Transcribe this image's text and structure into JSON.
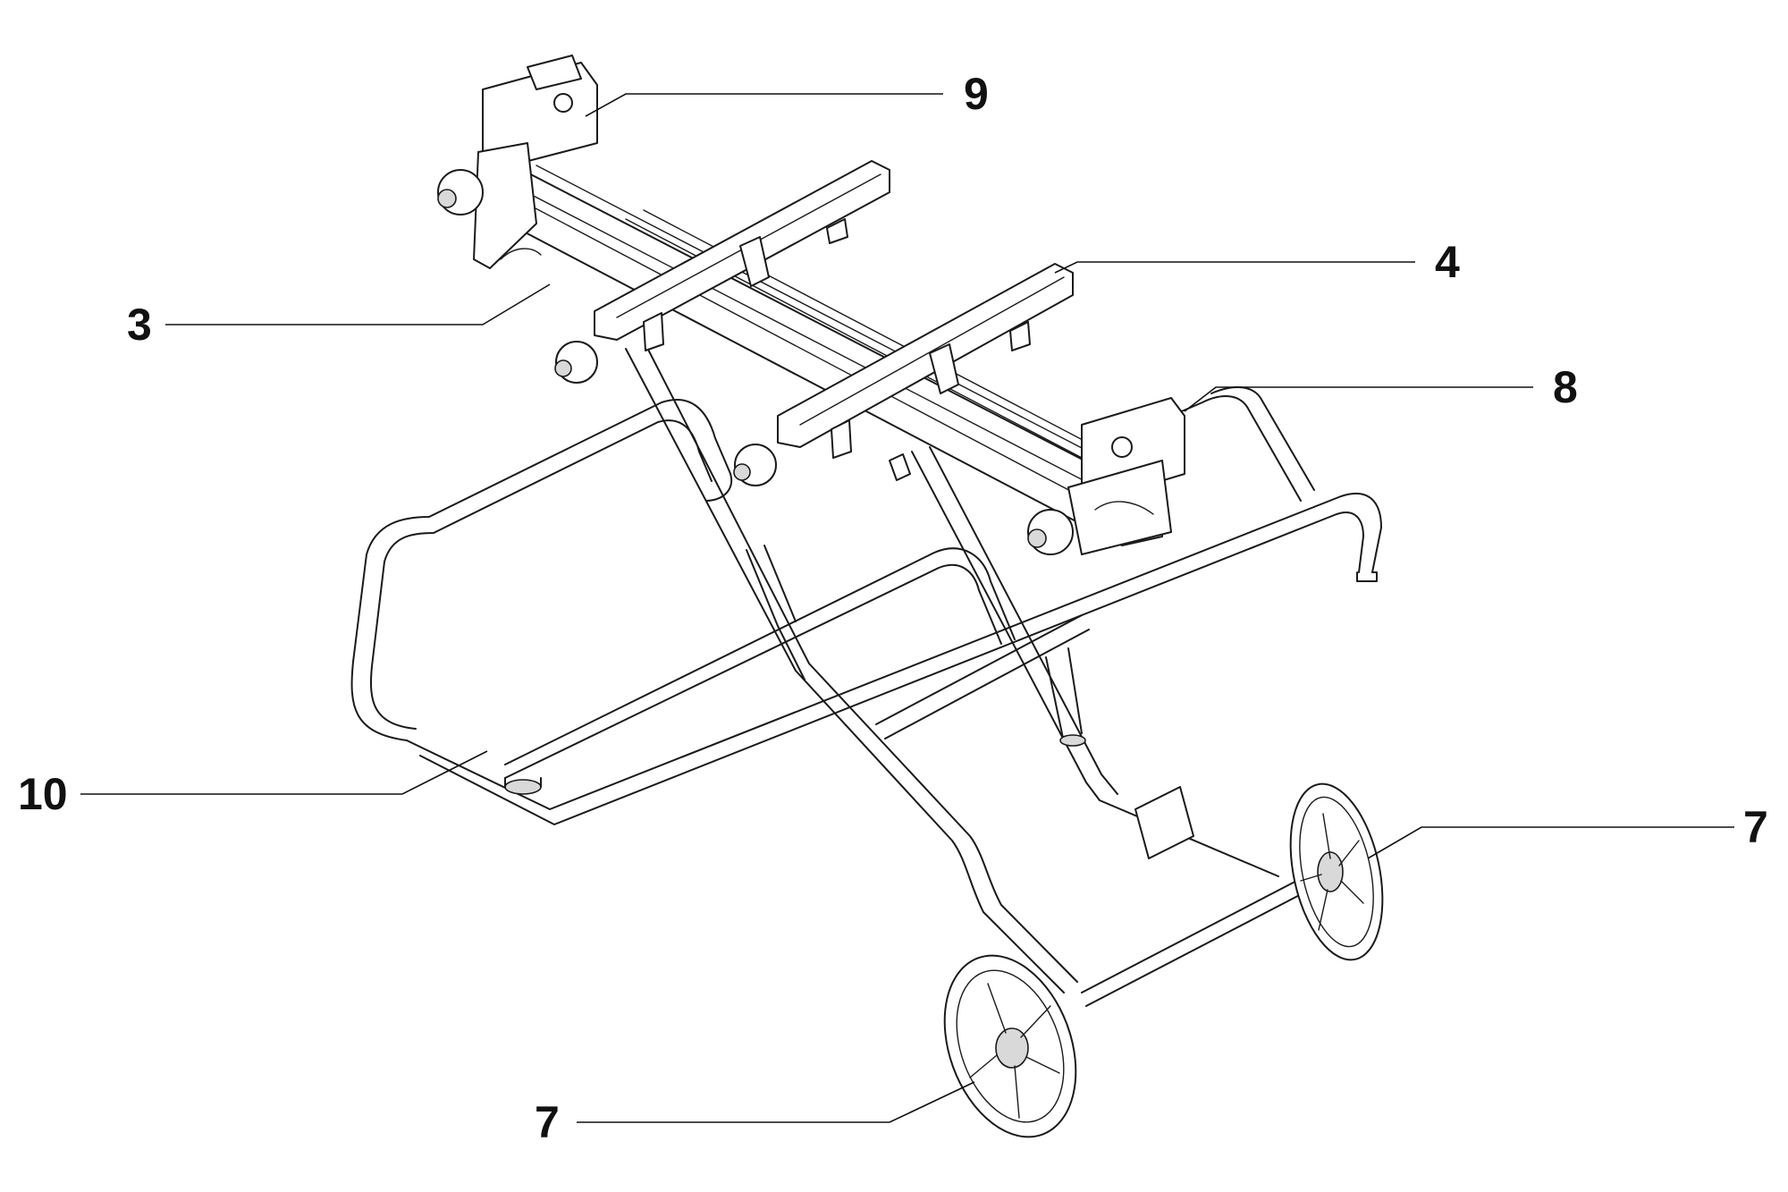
{
  "diagram": {
    "callouts": [
      {
        "id": "9",
        "label": "9"
      },
      {
        "id": "4",
        "label": "4"
      },
      {
        "id": "3",
        "label": "3"
      },
      {
        "id": "8",
        "label": "8"
      },
      {
        "id": "10",
        "label": "10"
      },
      {
        "id": "7a",
        "label": "7"
      },
      {
        "id": "7b",
        "label": "7"
      }
    ]
  }
}
